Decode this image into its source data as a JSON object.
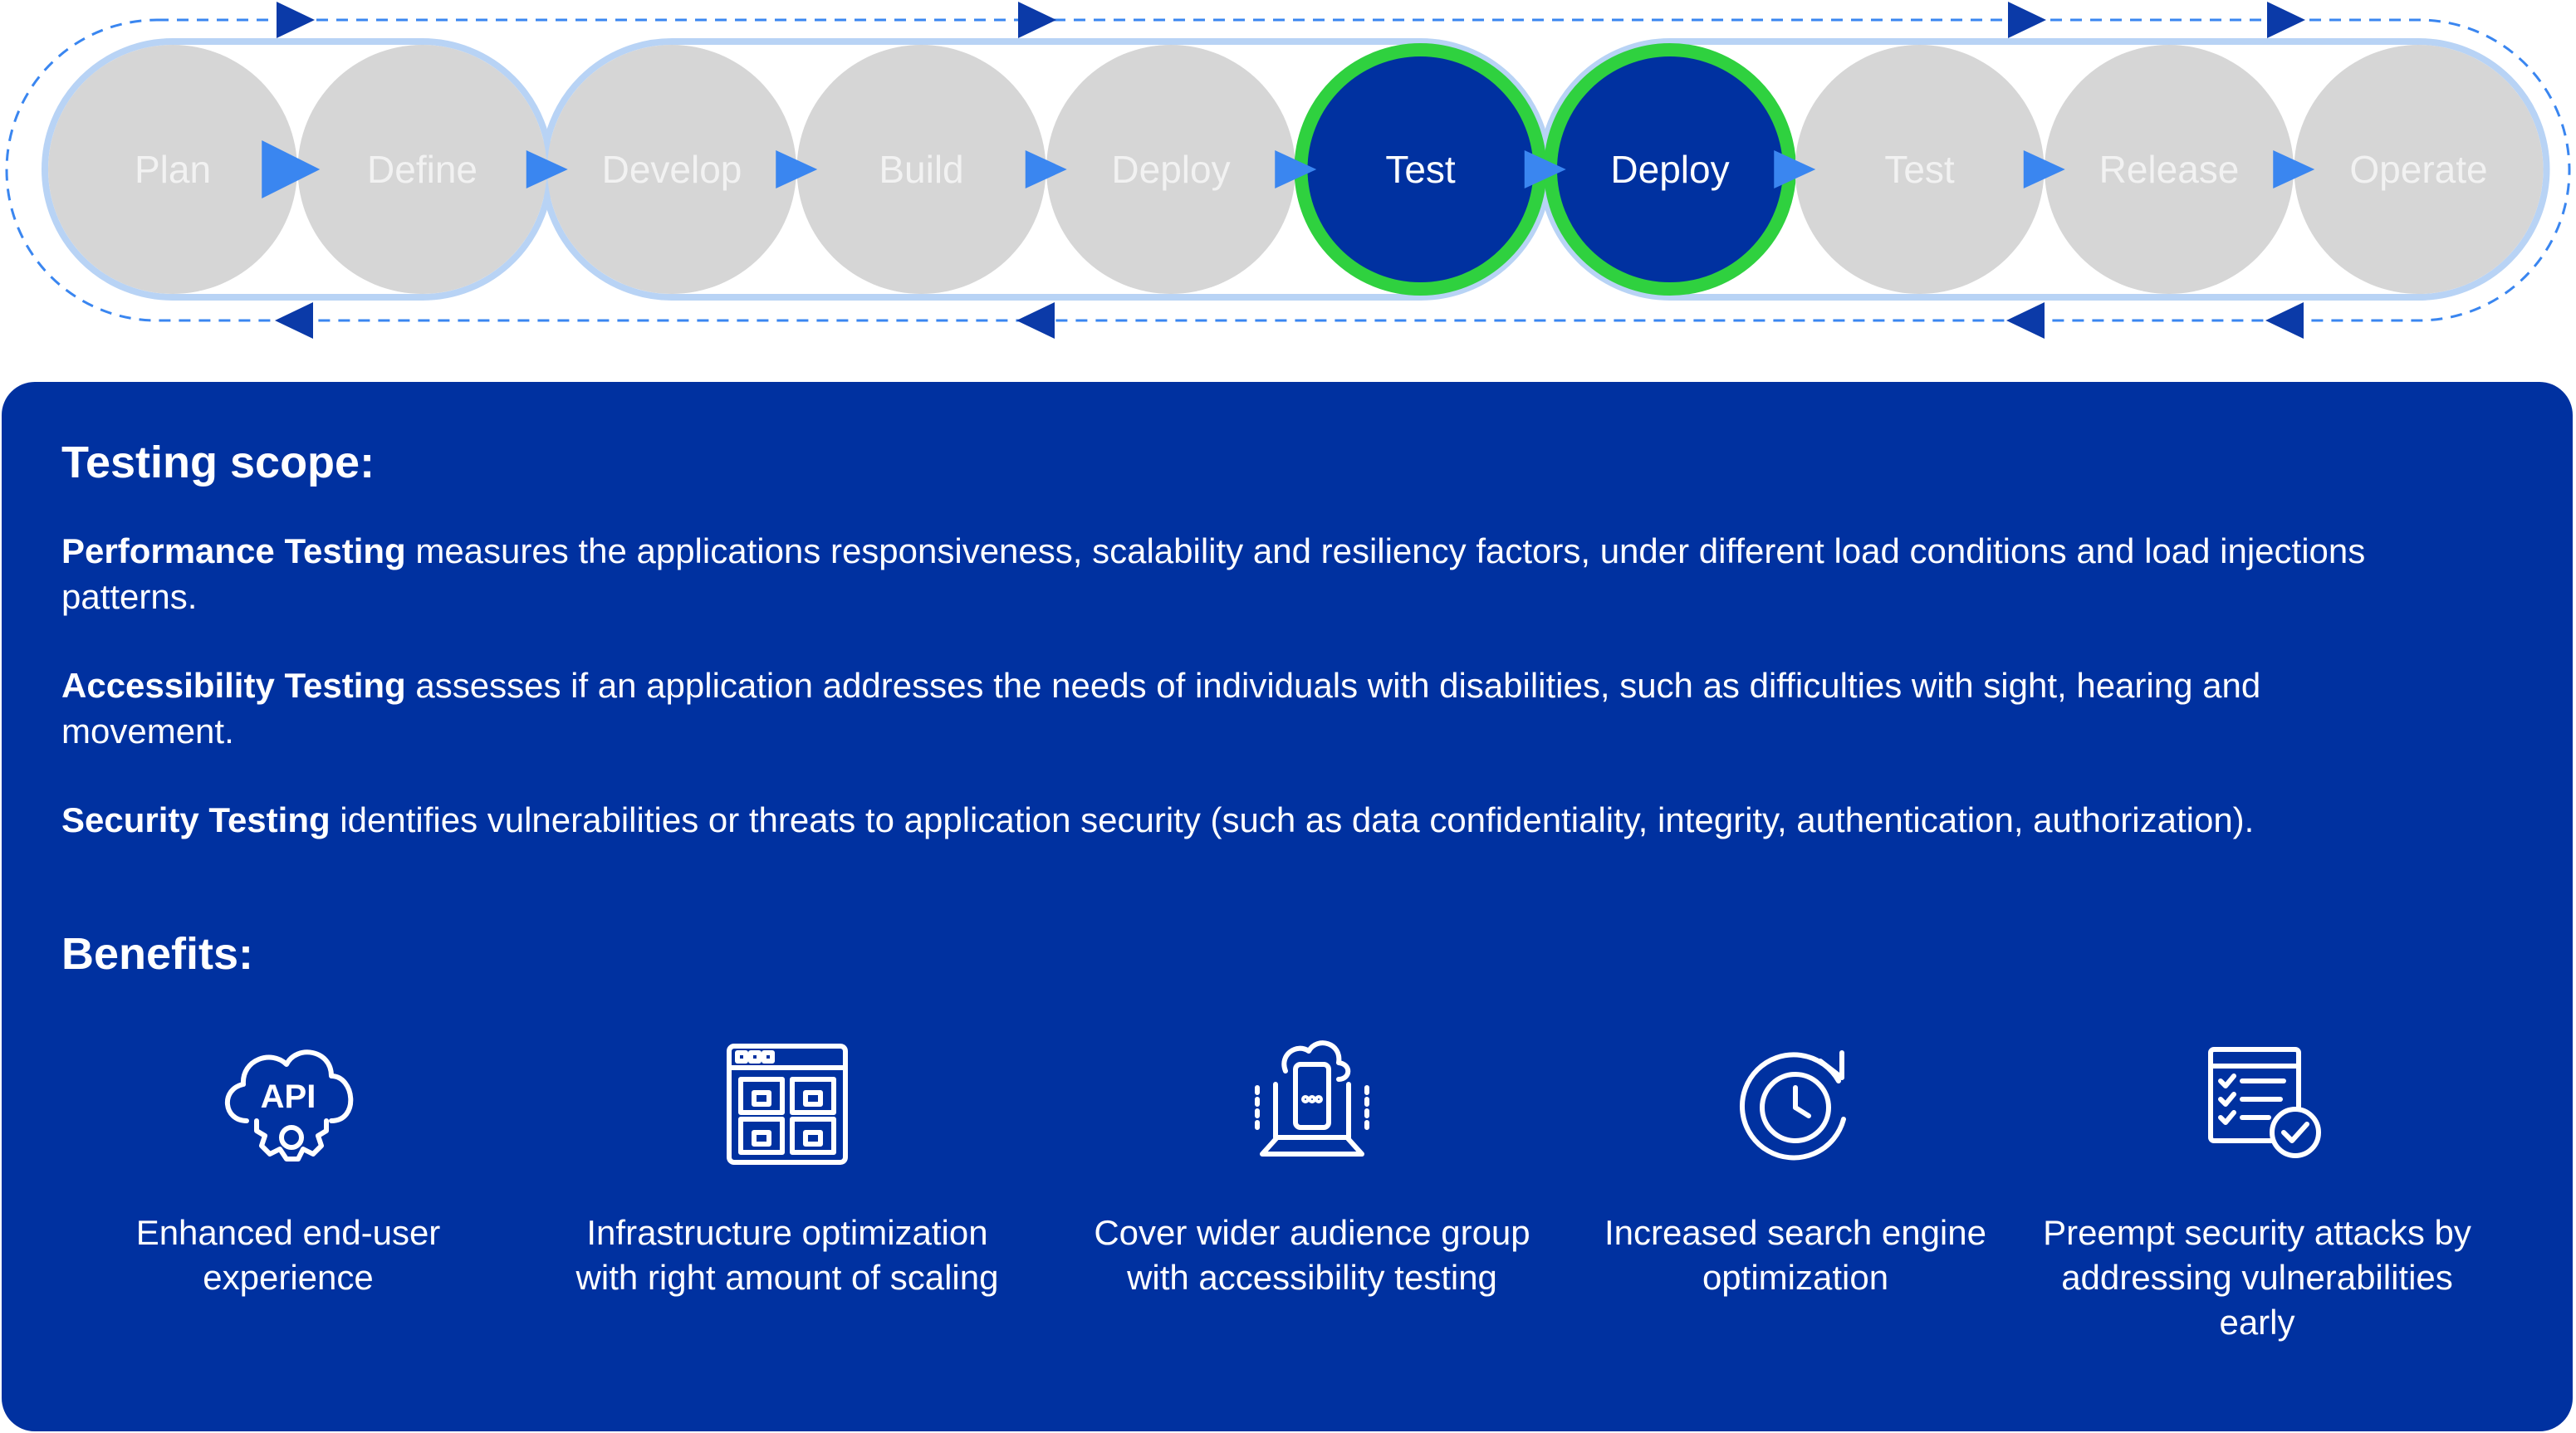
{
  "pipeline": {
    "stages": [
      {
        "label": "Plan",
        "active": false
      },
      {
        "label": "Define",
        "active": false
      },
      {
        "label": "Develop",
        "active": false
      },
      {
        "label": "Build",
        "active": false
      },
      {
        "label": "Deploy",
        "active": false
      },
      {
        "label": "Test",
        "active": true
      },
      {
        "label": "Deploy",
        "active": true
      },
      {
        "label": "Test",
        "active": false
      },
      {
        "label": "Release",
        "active": false
      },
      {
        "label": "Operate",
        "active": false
      }
    ],
    "colors": {
      "inactive_fill": "#d6d6d6",
      "inactive_text": "#f2f2f2",
      "active_fill": "#0031a0",
      "active_ring": "#2fd13f",
      "active_text": "#ffffff",
      "arrow": "#3a86f0",
      "loop": "#3a86f0",
      "outline": "#b8d3f5",
      "dark_arrow": "#0b3aa8"
    }
  },
  "scope": {
    "title": "Testing scope:",
    "items": [
      {
        "name": "Performance Testing",
        "text": "  measures the applications responsiveness, scalability and resiliency factors, under different load conditions and load injections patterns."
      },
      {
        "name": "Accessibility Testing",
        "text": " assesses if an application addresses the needs of individuals with disabilities, such as difficulties with sight, hearing and movement."
      },
      {
        "name": "Security Testing",
        "text": " identifies vulnerabilities or threats to application security (such as data confidentiality, integrity, authentication, authorization)."
      }
    ]
  },
  "benefits": {
    "title": "Benefits:",
    "items": [
      {
        "icon": "api-cloud-gear-icon",
        "caption": "Enhanced end-user experience"
      },
      {
        "icon": "browser-grid-icon",
        "caption": "Infrastructure optimization with right amount of scaling"
      },
      {
        "icon": "cloud-laptop-phone-icon",
        "caption": "Cover wider audience group with accessibility testing"
      },
      {
        "icon": "clock-refresh-icon",
        "caption": "Increased search engine optimization"
      },
      {
        "icon": "checklist-check-icon",
        "caption": "Preempt security attacks by addressing vulnerabilities early"
      }
    ]
  },
  "panel_color": "#0031a0"
}
